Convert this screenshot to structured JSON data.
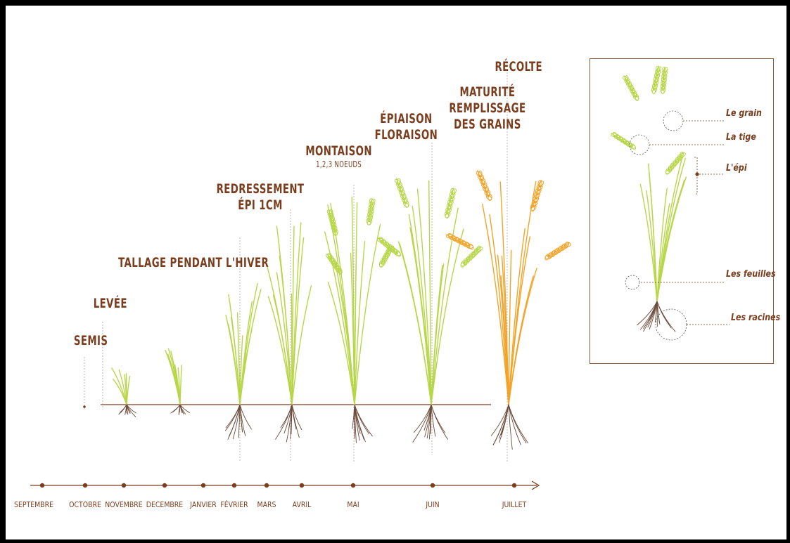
{
  "stages": [
    {
      "label": "SEMIS",
      "sub": ""
    },
    {
      "label": "LEVÉE",
      "sub": ""
    },
    {
      "label": "TALLAGE PENDANT L'HIVER",
      "sub": ""
    },
    {
      "label": "REDRESSEMENT",
      "label2": "ÉPI 1CM",
      "sub": ""
    },
    {
      "label": "MONTAISON",
      "sub": "1,2,3 NOEUDS"
    },
    {
      "label": "ÉPIAISON",
      "label2": "FLORAISON",
      "sub": ""
    },
    {
      "label": "MATURITÉ",
      "label2": "REMPLISSAGE",
      "label3": "DES GRAINS",
      "sub": ""
    },
    {
      "label": "RÉCOLTE",
      "sub": ""
    }
  ],
  "months": [
    "SEPTEMBRE",
    "OCTOBRE",
    "NOVEMBRE",
    "DECEMBRE",
    "JANVIER",
    "FÉVRIER",
    "MARS",
    "AVRIL",
    "MAI",
    "JUIN",
    "JUILLET"
  ],
  "plant_parts": {
    "grain": "Le grain",
    "tige": "La tige",
    "epi": "L'épi",
    "feuilles": "Les feuilles",
    "racines": "Les racines"
  },
  "colors": {
    "brown": "#7a3e1e",
    "green": "#b8d64a",
    "orange": "#f2a42a",
    "root": "#6b4a3a"
  }
}
